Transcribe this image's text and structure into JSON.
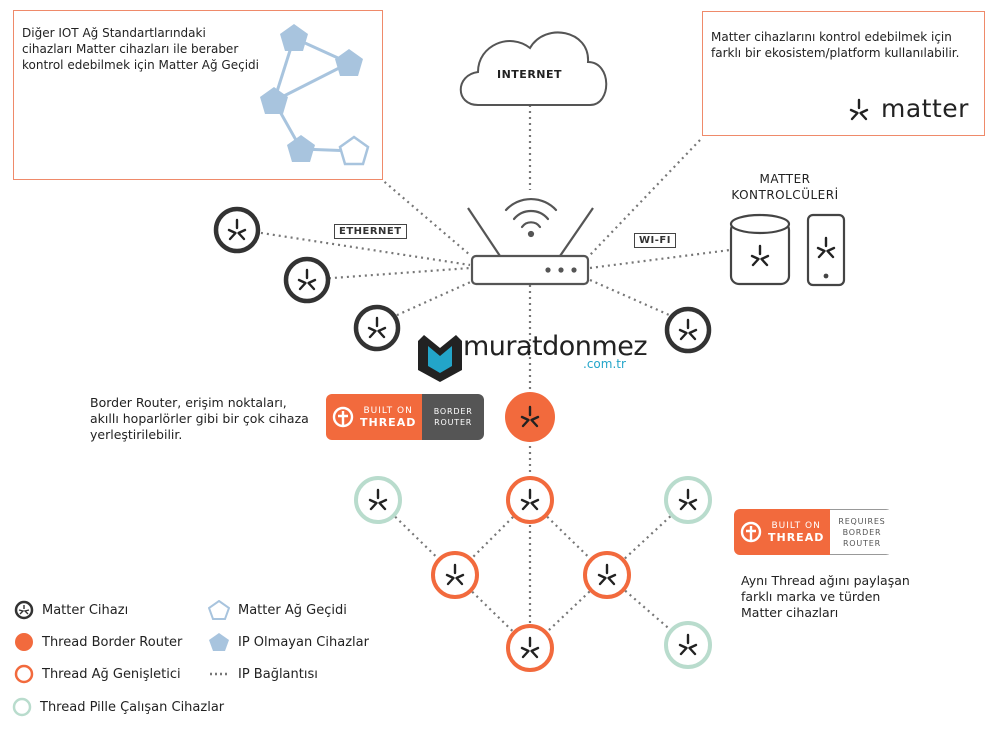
{
  "top_left_box": {
    "lines": [
      "Diğer IOT Ağ Standartlarındaki",
      "cihazları Matter cihazları ile beraber",
      "kontrol edebilmek için Matter Ağ Geçidi"
    ]
  },
  "top_right_box": {
    "lines": [
      "Matter cihazlarını kontrol edebilmek için",
      "farklı bir ekosistem/platform kullanılabilir."
    ],
    "brand": "matter"
  },
  "cloud_label": "INTERNET",
  "ethernet_label": "ETHERNET",
  "wifi_label": "WI-FI",
  "controllers_label": [
    "MATTER",
    "KONTROLCÜLERİ"
  ],
  "watermark": {
    "main": "muratdonmez",
    "sub": ".com.tr"
  },
  "border_router_text": [
    "Border Router, erişim noktaları,",
    "akıllı hoparlörler gibi bir çok cihaza",
    "yerleştirilebilir."
  ],
  "badge1": {
    "built": "BUILT ON",
    "thread": "THREAD",
    "right": [
      "BORDER",
      "ROUTER"
    ]
  },
  "badge2": {
    "built": "BUILT ON",
    "thread": "THREAD",
    "right": [
      "REQUIRES",
      "BORDER",
      "ROUTER"
    ]
  },
  "right_text": [
    "Aynı Thread ağını paylaşan",
    "farklı marka ve türden",
    "Matter cihazları"
  ],
  "legend": {
    "matter_device": "Matter Cihazı",
    "border_router": "Thread Border Router",
    "extender": "Thread Ağ Genişletici",
    "battery": "Thread Pille Çalışan Cihazlar",
    "gateway": "Matter Ağ Geçidi",
    "non_ip": "IP Olmayan Cihazlar",
    "ip_link": "IP Bağlantısı"
  },
  "colors": {
    "orange": "#f26a3d",
    "teal": "#b9dccd",
    "gray_dark": "#333333",
    "pentagon": "#a8c4de",
    "box_border": "#ef8a6a"
  }
}
